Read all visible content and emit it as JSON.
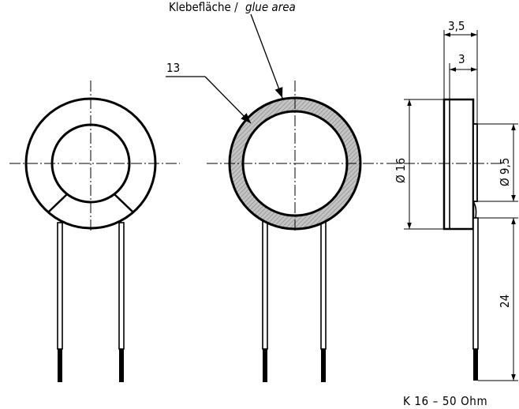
{
  "labels": {
    "glue_area_de": "Klebefläche /",
    "glue_area_en": "glue area",
    "part_number": "13",
    "model": "K 16 – 50 Ohm"
  },
  "dimensions": {
    "total_thickness": "3,5",
    "body_thickness": "3",
    "outer_diameter": "Ø 16",
    "back_diameter": "Ø 9,5",
    "lead_length": "24"
  },
  "colors": {
    "line": "#000000",
    "glue_hatch": "#9a9a9a"
  }
}
